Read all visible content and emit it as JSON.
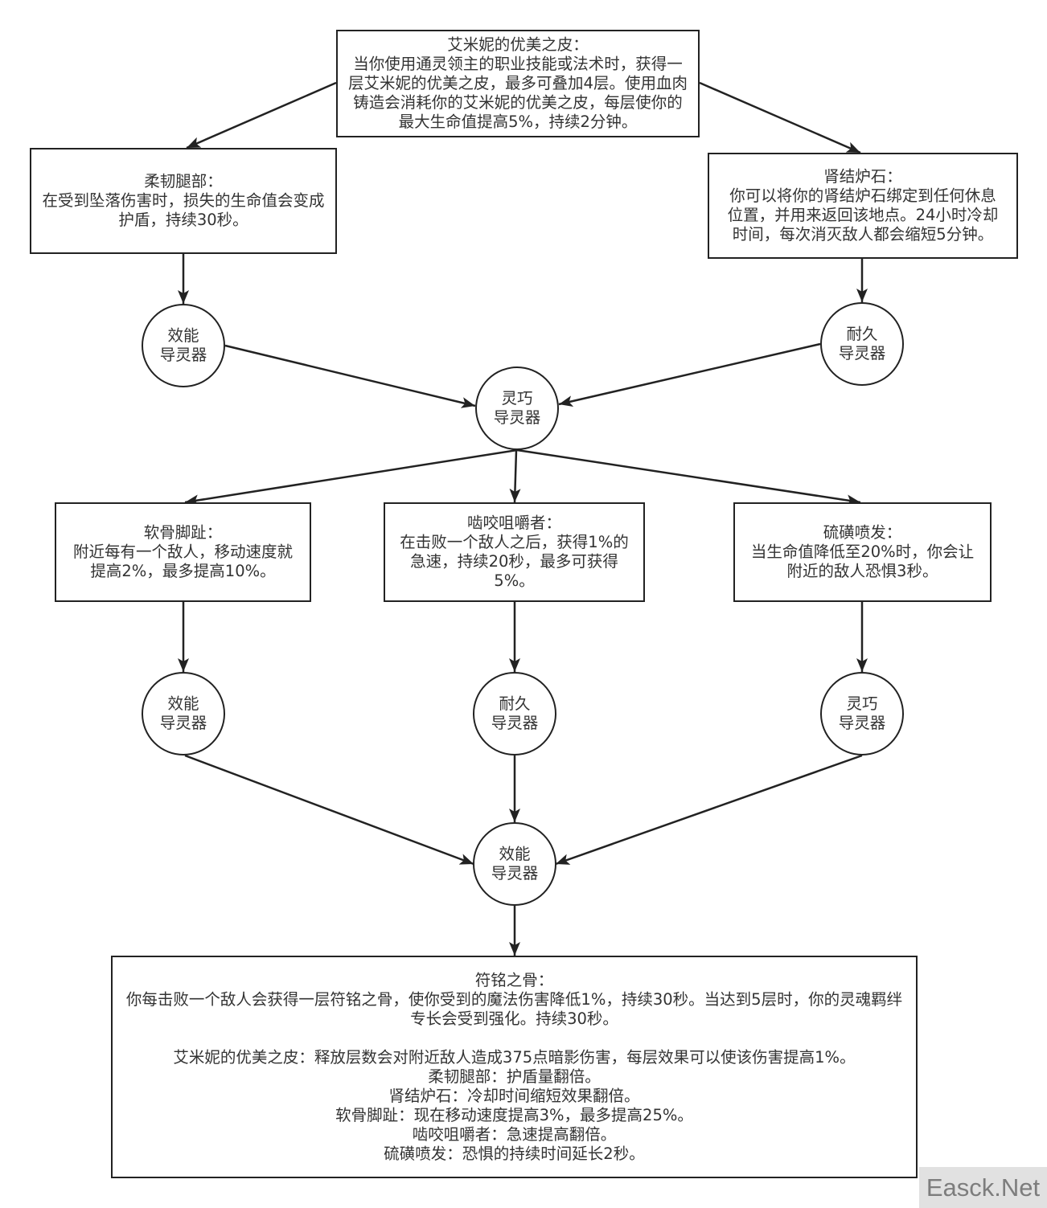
{
  "nodes": {
    "emeni_skin": {
      "title": "艾米妮的优美之皮：",
      "lines": [
        "当你使用通灵领主的职业技能或法术时，获得一",
        "层艾米妮的优美之皮，最多可叠加4层。使用血肉",
        "铸造会消耗你的艾米妮的优美之皮，每层使你的",
        "最大生命值提高5%，持续2分钟。"
      ]
    },
    "resilient_legs": {
      "title": "柔韧腿部：",
      "lines": [
        "在受到坠落伤害时，损失的生命值会变成",
        "护盾，持续30秒。"
      ]
    },
    "kidney_hearthstone": {
      "title": "肾结炉石：",
      "lines": [
        "你可以将你的肾结炉石绑定到任何休息",
        "位置，并用来返回该地点。24小时冷却",
        "时间，每次消灭敌人都会缩短5分钟。"
      ]
    },
    "cartilage_toes": {
      "title": "软骨脚趾：",
      "lines": [
        "附近每有一个敌人，移动速度就",
        "提高2%，最多提高10%。"
      ]
    },
    "gnashing_chompers": {
      "title": "啮咬咀嚼者：",
      "lines": [
        "在击败一个敌人之后，获得1%的",
        "急速，持续20秒，最多可获得",
        "5%。"
      ]
    },
    "sulfuric_emission": {
      "title": "硫磺喷发：",
      "lines": [
        "当生命值降低至20%时，你会让",
        "附近的敌人恐惧3秒。"
      ]
    },
    "rune_bone": {
      "title": "符铭之骨：",
      "lines": [
        "你每击败一个敌人会获得一层符铭之骨，使你受到的魔法伤害降低1%，持续30秒。当达到5层时，你的灵魂羁绊",
        "专长会受到强化。持续30秒。"
      ],
      "upgrades": [
        "艾米妮的优美之皮：释放层数会对附近敌人造成375点暗影伤害，每层效果可以使该伤害提高1%。",
        "柔韧腿部：护盾量翻倍。",
        "肾结炉石：冷却时间缩短效果翻倍。",
        "软骨脚趾：现在移动速度提高3%，最多提高25%。",
        "啮咬咀嚼者：急速提高翻倍。",
        "硫磺喷发：恐惧的持续时间延长2秒。"
      ]
    }
  },
  "conduits": [
    {
      "lines": [
        "效能",
        "导灵器"
      ]
    },
    {
      "lines": [
        "灵巧",
        "导灵器"
      ]
    },
    {
      "lines": [
        "耐久",
        "导灵器"
      ]
    },
    {
      "lines": [
        "效能",
        "导灵器"
      ]
    },
    {
      "lines": [
        "耐久",
        "导灵器"
      ]
    },
    {
      "lines": [
        "灵巧",
        "导灵器"
      ]
    },
    {
      "lines": [
        "效能",
        "导灵器"
      ]
    }
  ],
  "colors": {
    "stroke": "#222222",
    "text": "#333333",
    "background": "#ffffff"
  },
  "watermark": "Easck.Net"
}
